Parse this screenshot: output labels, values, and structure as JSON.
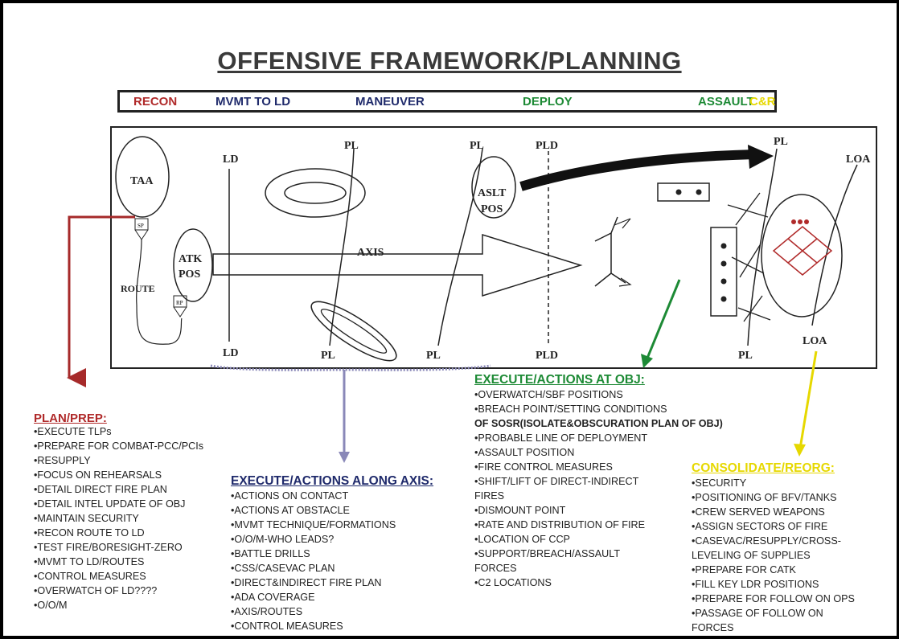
{
  "title": "OFFENSIVE FRAMEWORK/PLANNING",
  "colors": {
    "recon": "#b02a2a",
    "navy": "#1f2a6b",
    "green": "#1d8a35",
    "yellow": "#e6d800",
    "red_arrow": "#a62a2a",
    "green_arrow": "#1d8a35",
    "purple_arrow": "#8a88b8"
  },
  "phases": {
    "recon": "RECON",
    "mvmt": "MVMT TO LD",
    "maneuver": "MANEUVER",
    "deploy": "DEPLOY",
    "assault": "ASSAULT",
    "cr": "C&R"
  },
  "map": {
    "taa": "TAA",
    "sp": "SP",
    "rp": "RP",
    "route": "ROUTE",
    "atk_pos_1": "ATK",
    "atk_pos_2": "POS",
    "ld_top": "LD",
    "ld_bottom": "LD",
    "axis": "AXIS",
    "pl_labels": [
      "PL",
      "PL",
      "PL",
      "PL",
      "PL",
      "PL"
    ],
    "pld_top": "PLD",
    "pld_bottom": "PLD",
    "aslt_1": "ASLT",
    "aslt_2": "POS",
    "loa_top": "LOA",
    "loa_bottom": "LOA"
  },
  "plan_prep": {
    "title": "PLAN/PREP:",
    "items": [
      "EXECUTE TLPs",
      "PREPARE FOR COMBAT-PCC/PCIs",
      "RESUPPLY",
      "FOCUS ON REHEARSALS",
      "DETAIL DIRECT FIRE PLAN",
      "DETAIL INTEL UPDATE OF OBJ",
      "MAINTAIN SECURITY",
      "RECON ROUTE TO LD",
      "TEST FIRE/BORESIGHT-ZERO",
      "MVMT TO LD/ROUTES",
      "CONTROL MEASURES",
      "OVERWATCH OF LD????",
      "O/O/M"
    ]
  },
  "along_axis": {
    "title": "EXECUTE/ACTIONS ALONG AXIS:",
    "items": [
      "ACTIONS ON CONTACT",
      "ACTIONS AT OBSTACLE",
      "MVMT TECHNIQUE/FORMATIONS",
      "O/O/M-WHO LEADS?",
      "BATTLE DRILLS",
      "CSS/CASEVAC PLAN",
      "DIRECT&INDIRECT FIRE PLAN",
      "ADA COVERAGE",
      "AXIS/ROUTES",
      "CONTROL MEASURES"
    ]
  },
  "at_obj": {
    "title": "EXECUTE/ACTIONS AT OBJ:",
    "items": [
      "OVERWATCH/SBF POSITIONS",
      "BREACH POINT/SETTING CONDITIONS",
      "OF SOSR(ISOLATE&OBSCURATION PLAN OF OBJ)",
      "PROBABLE LINE OF DEPLOYMENT",
      "ASSAULT POSITION",
      "FIRE CONTROL MEASURES",
      "SHIFT/LIFT OF DIRECT-INDIRECT",
      "FIRES",
      "DISMOUNT POINT",
      "RATE AND DISTRIBUTION OF FIRE",
      "LOCATION OF CCP",
      "SUPPORT/BREACH/ASSAULT",
      "FORCES",
      "C2 LOCATIONS"
    ]
  },
  "consolidate": {
    "title": "CONSOLIDATE/REORG:",
    "items": [
      "SECURITY",
      "POSITIONING OF BFV/TANKS",
      "CREW SERVED WEAPONS",
      "ASSIGN SECTORS OF FIRE",
      "CASEVAC/RESUPPLY/CROSS-",
      "LEVELING OF SUPPLIES",
      "PREPARE FOR CATK",
      "FILL KEY LDR POSITIONS",
      "PREPARE FOR FOLLOW ON OPS",
      "PASSAGE OF FOLLOW ON",
      "FORCES"
    ]
  }
}
